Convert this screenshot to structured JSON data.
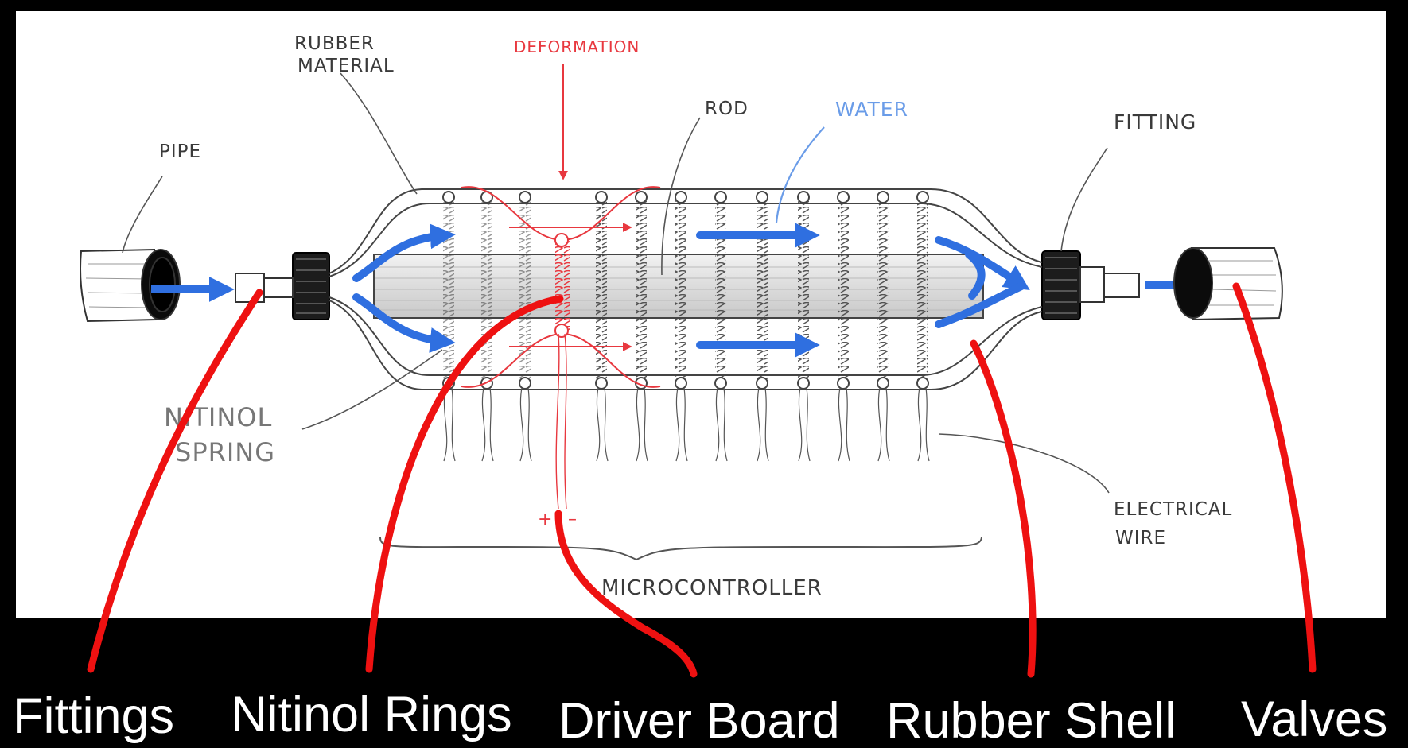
{
  "sketch_labels": {
    "rubber_material_1": "RUBBER",
    "rubber_material_2": "MATERIAL",
    "deformation": "DEFORMATION",
    "rod": "ROD",
    "water": "WATER",
    "fitting": "FITTING",
    "pipe": "PIPE",
    "nitinol_spring_1": "NITINOL",
    "nitinol_spring_2": "SPRING",
    "electrical_wire_1": "ELECTRICAL",
    "electrical_wire_2": "WIRE",
    "microcontroller": "MICROCONTROLLER",
    "plus": "+",
    "minus": "–"
  },
  "bottom_labels": {
    "fittings": "Fittings",
    "nitinol_rings": "Nitinol Rings",
    "driver_board": "Driver Board",
    "rubber_shell": "Rubber Shell",
    "valves": "Valves"
  },
  "colors": {
    "background": "#000000",
    "canvas": "#ffffff",
    "pencil": "#3a3a3a",
    "deformation_red": "#e8383f",
    "water_blue": "#2f6fe0",
    "water_label_blue": "#6a9ce8",
    "callout_red": "#ee1111"
  }
}
